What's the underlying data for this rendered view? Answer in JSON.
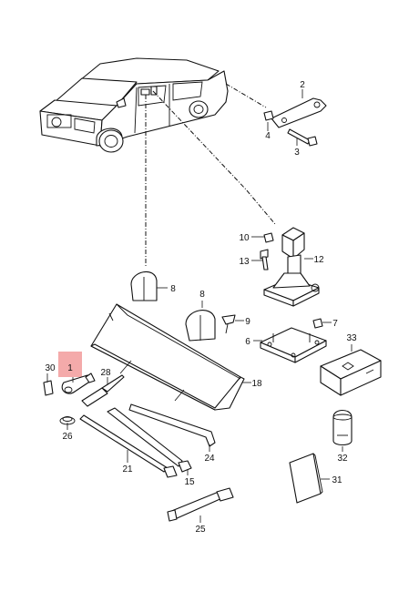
{
  "diagram": {
    "highlight_color": "#f4aaaa",
    "line_color": "#111111",
    "callouts": {
      "c1": "1",
      "c2": "2",
      "c3": "3",
      "c4": "4",
      "c6": "6",
      "c7": "7",
      "c8a": "8",
      "c8b": "8",
      "c9": "9",
      "c10": "10",
      "c12": "12",
      "c13": "13",
      "c15": "15",
      "c18": "18",
      "c21": "21",
      "c24": "24",
      "c25": "25",
      "c26": "26",
      "c28": "28",
      "c30": "30",
      "c31": "31",
      "c32": "32",
      "c33": "33"
    }
  }
}
